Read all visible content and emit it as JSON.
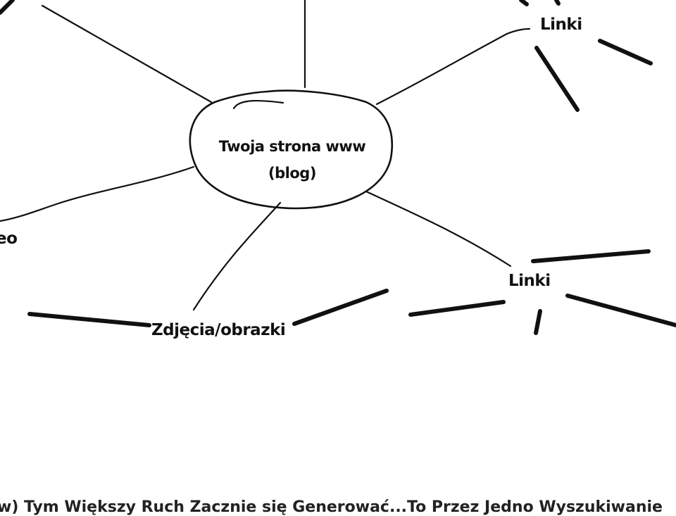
{
  "center": {
    "title": "Twoja strona www",
    "subtitle": "(blog)"
  },
  "nodes": {
    "links_top": "Linki",
    "links_right": "Linki",
    "images": "Zdjęcia/obrazki",
    "video": "eo"
  },
  "footer": {
    "text": "w) Tym Większy Ruch Zacznie się Generować...To Przez Jedno Wyszukiwanie"
  }
}
